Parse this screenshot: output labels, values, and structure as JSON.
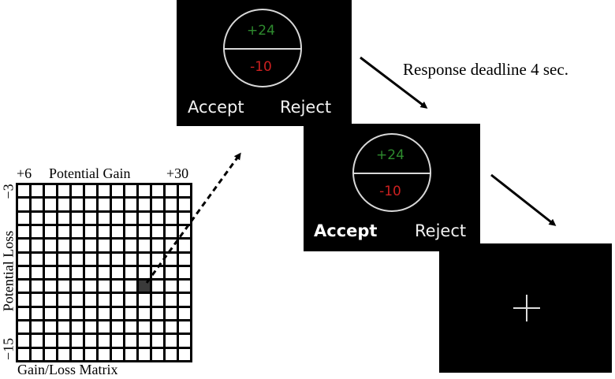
{
  "matrix": {
    "gain_min_label": "+6",
    "gain_axis_label": "Potential Gain",
    "gain_max_label": "+30",
    "loss_min_label": "−3",
    "loss_axis_label": "Potential Loss",
    "loss_max_label": "−15",
    "caption": "Gain/Loss Matrix",
    "columns": 13,
    "rows": 13,
    "selected_cell": {
      "column": 9,
      "row": 7
    }
  },
  "screen1": {
    "gain": "+24",
    "loss": "-10",
    "accept_label": "Accept",
    "reject_label": "Reject"
  },
  "screen2": {
    "gain": "+24",
    "loss": "-10",
    "accept_label": "Accept",
    "reject_label": "Reject",
    "highlighted_choice": "Accept"
  },
  "screen3": {
    "content": "fixation-cross"
  },
  "annotation": {
    "deadline_text": "Response deadline 4 sec."
  },
  "colors": {
    "gain": "#2e8b2e",
    "loss": "#cc2020",
    "screen_bg": "#000000"
  }
}
